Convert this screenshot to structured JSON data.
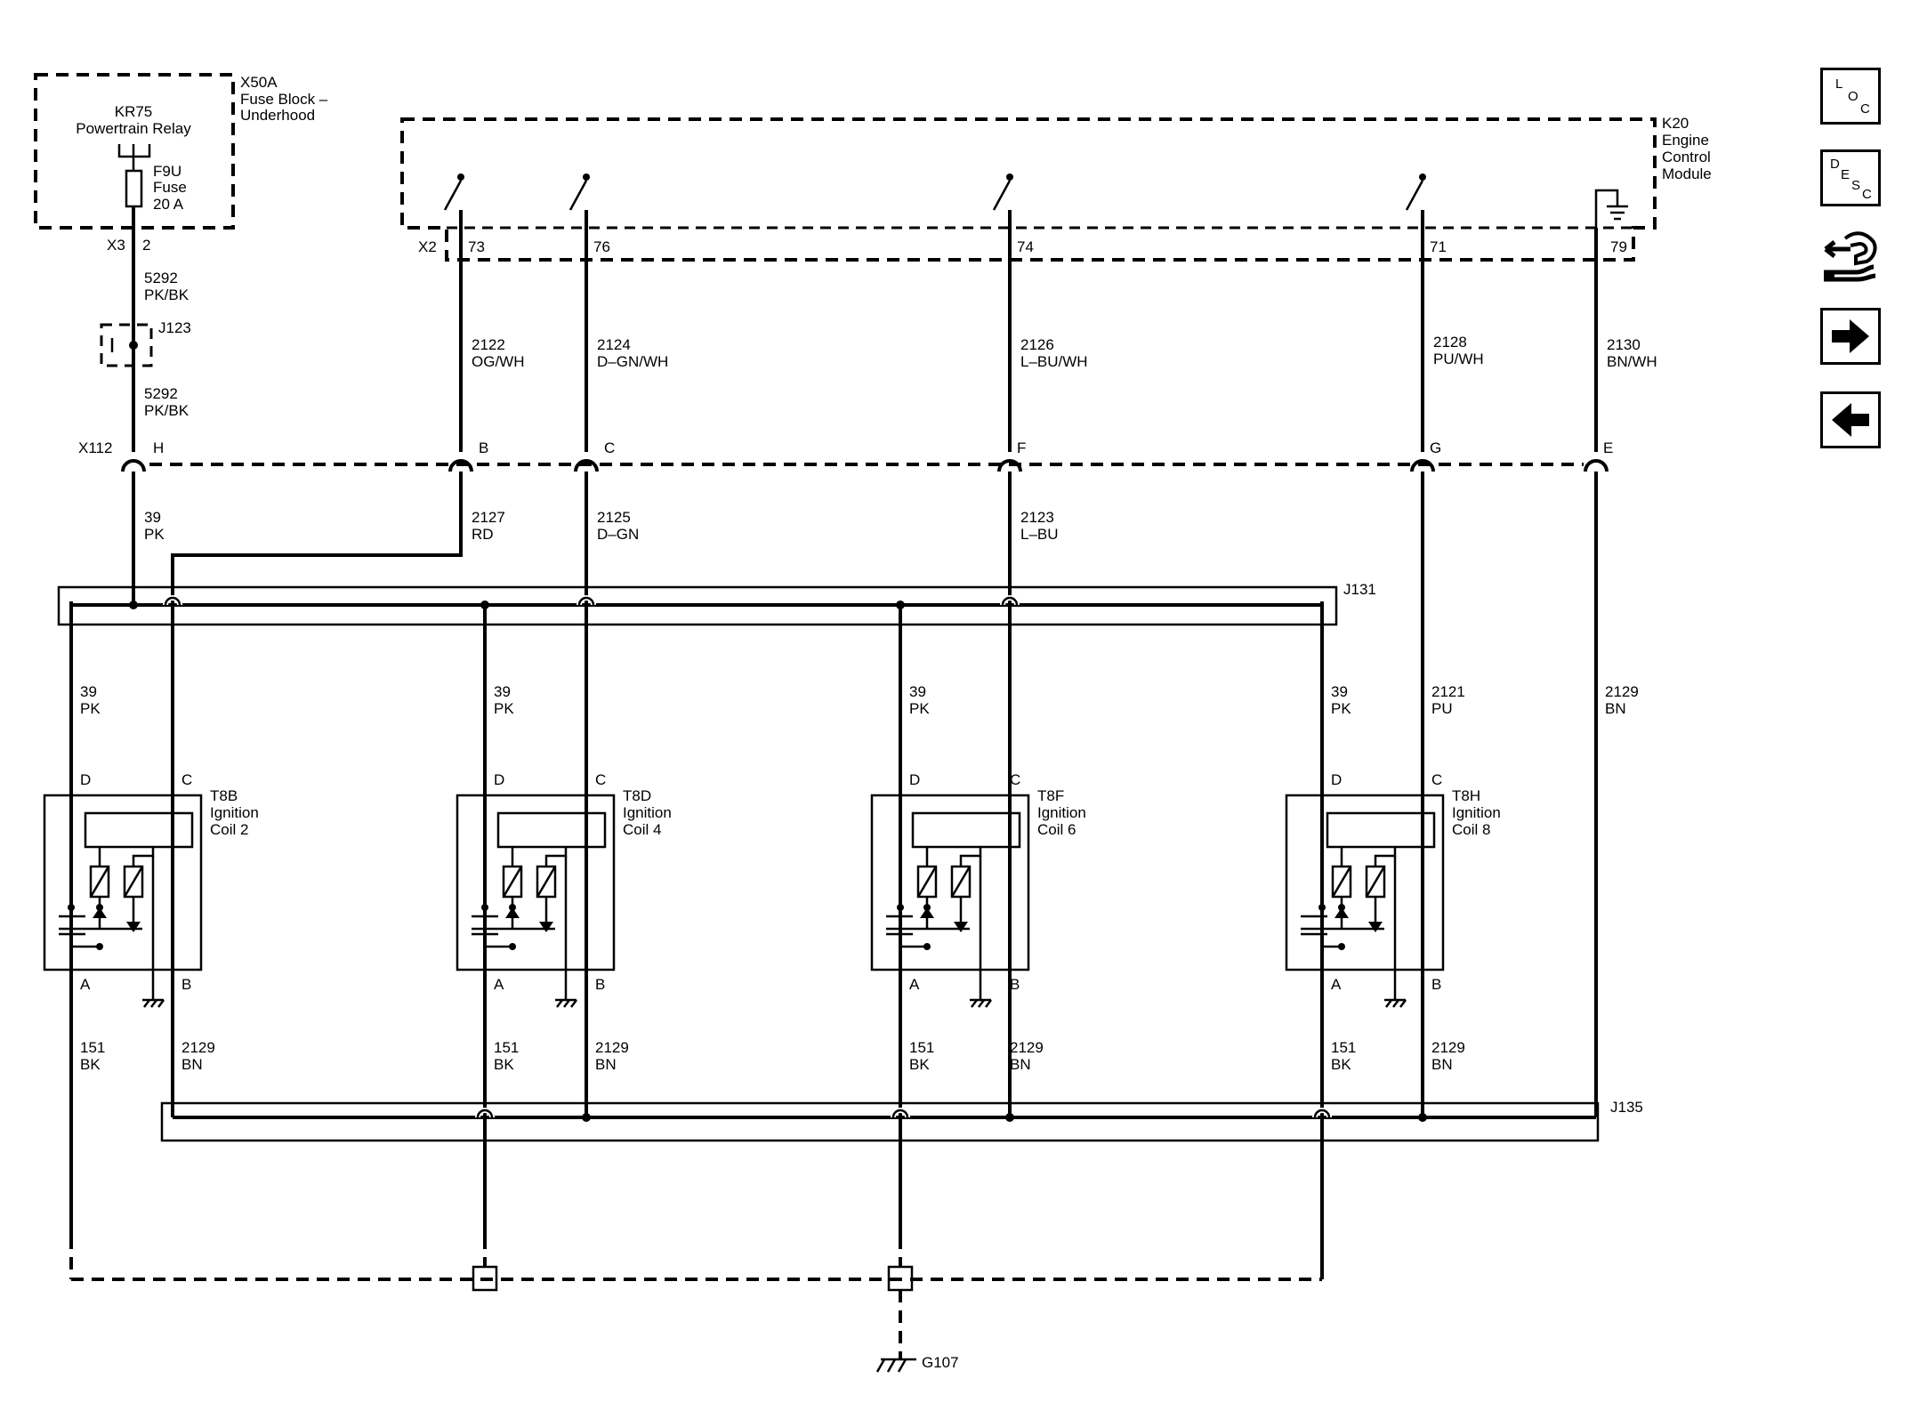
{
  "fuse_block": {
    "id": "X50A",
    "name_line1": "Fuse Block –",
    "name_line2": "Underhood",
    "relay_id": "KR75",
    "relay_name": "Powertrain Relay",
    "fuse_id": "F9U",
    "fuse_word": "Fuse",
    "fuse_rating": "20 A",
    "connector": "X3",
    "pin": "2"
  },
  "ecm": {
    "id": "K20",
    "name_line1": "Engine",
    "name_line2": "Control",
    "name_line3": "Module",
    "connector": "X2",
    "pins": [
      "73",
      "76",
      "74",
      "71",
      "79"
    ]
  },
  "upper_wires": [
    {
      "circuit": "2122",
      "color": "OG/WH"
    },
    {
      "circuit": "2124",
      "color": "D–GN/WH"
    },
    {
      "circuit": "2126",
      "color": "L–BU/WH"
    },
    {
      "circuit": "2128",
      "color": "PU/WH"
    },
    {
      "circuit": "2130",
      "color": "BN/WH"
    }
  ],
  "feed_wire": {
    "circuit": "5292",
    "color": "PK/BK"
  },
  "splice_j123": "J123",
  "inline_connector": {
    "id": "X112",
    "pins": [
      "H",
      "B",
      "C",
      "F",
      "G",
      "E"
    ]
  },
  "mid_wires": [
    {
      "circuit": "39",
      "color": "PK"
    },
    {
      "circuit": "2127",
      "color": "RD"
    },
    {
      "circuit": "2125",
      "color": "D–GN"
    },
    {
      "circuit": "2123",
      "color": "L–BU"
    }
  ],
  "splice_j131": "J131",
  "splice_j135": "J135",
  "coil_feed": {
    "circuit": "39",
    "color": "PK"
  },
  "coil8_trigger": {
    "circuit": "2121",
    "color": "PU"
  },
  "ecm_ground_wire": {
    "circuit": "2129",
    "color": "BN"
  },
  "coil_pins": {
    "d": "D",
    "c": "C",
    "a": "A",
    "b": "B"
  },
  "coils": [
    {
      "id": "T8B",
      "word": "Ignition",
      "name": "Coil 2"
    },
    {
      "id": "T8D",
      "word": "Ignition",
      "name": "Coil 4"
    },
    {
      "id": "T8F",
      "word": "Ignition",
      "name": "Coil 6"
    },
    {
      "id": "T8H",
      "word": "Ignition",
      "name": "Coil 8"
    }
  ],
  "coil_ground_wire": {
    "circuit": "151",
    "color": "BK"
  },
  "coil_low_wire": {
    "circuit": "2129",
    "color": "BN"
  },
  "ground": "G107",
  "nav": {
    "loc": {
      "l": "L",
      "o": "O",
      "c": "C"
    },
    "desc": {
      "d": "D",
      "e": "E",
      "s": "S",
      "c": "C"
    }
  }
}
